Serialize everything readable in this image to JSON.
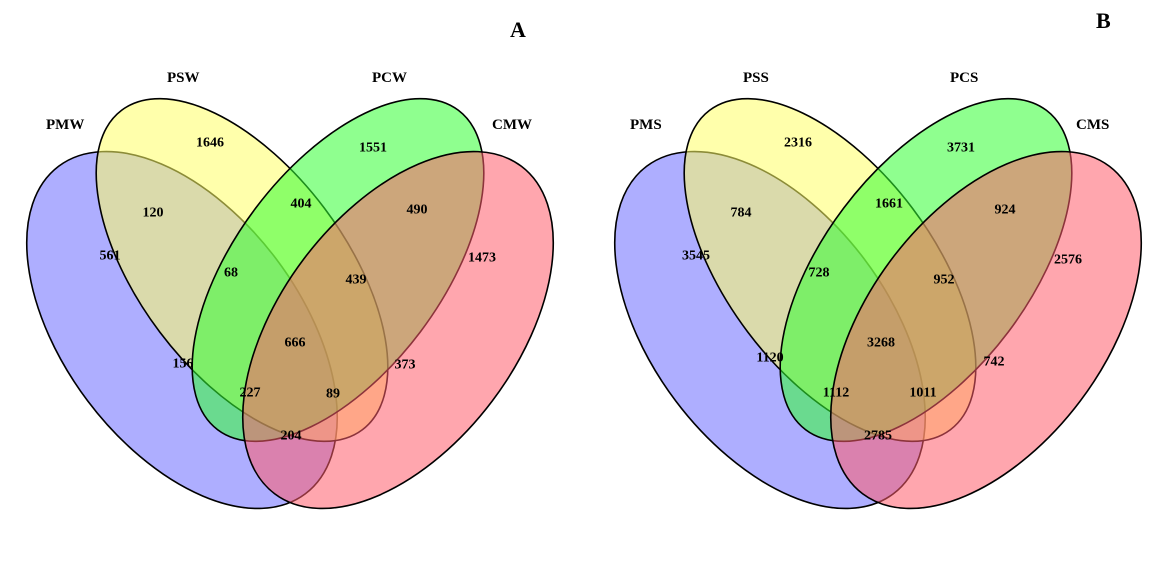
{
  "panels": [
    {
      "panel_label": "A",
      "sets": [
        {
          "name": "PMW",
          "color": "#6b6bff"
        },
        {
          "name": "PSW",
          "color": "#ffff66"
        },
        {
          "name": "PCW",
          "color": "#33ff33"
        },
        {
          "name": "CMW",
          "color": "#ff5c6b"
        }
      ],
      "regions": {
        "s1": "561",
        "s2": "1646",
        "s3": "1551",
        "s4": "1473",
        "s12": "120",
        "s23": "404",
        "s34": "490",
        "s123": "68",
        "s234": "439",
        "s13": "156",
        "s1234": "666",
        "s24": "373",
        "s134": "227",
        "s124": "89",
        "s14": "204"
      }
    },
    {
      "panel_label": "B",
      "sets": [
        {
          "name": "PMS",
          "color": "#6b6bff"
        },
        {
          "name": "PSS",
          "color": "#ffff66"
        },
        {
          "name": "PCS",
          "color": "#33ff33"
        },
        {
          "name": "CMS",
          "color": "#ff5c6b"
        }
      ],
      "regions": {
        "s1": "3545",
        "s2": "2316",
        "s3": "3731",
        "s4": "2576",
        "s12": "784",
        "s23": "1661",
        "s34": "924",
        "s123": "728",
        "s234": "952",
        "s13": "1120",
        "s1234": "3268",
        "s24": "742",
        "s134": "1112",
        "s124": "1011",
        "s14": "2785"
      }
    }
  ]
}
